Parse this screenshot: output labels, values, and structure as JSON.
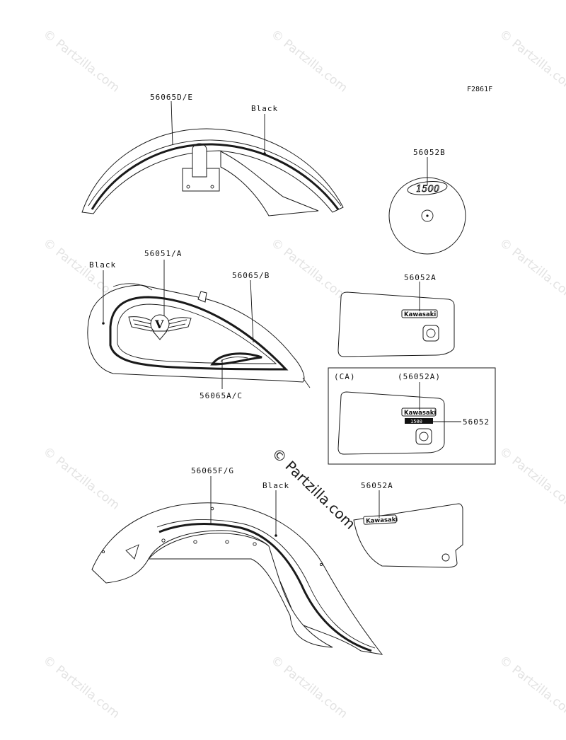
{
  "figure_code": "F2861F",
  "watermark": "© Partzilla.com",
  "callouts": {
    "front_fender_stripe": "56065D/E",
    "front_fender_color": "Black",
    "emblem_1500": "56052B",
    "tank_color": "Black",
    "tank_emblem": "56051/A",
    "tank_stripe": "56065/B",
    "tank_lower_stripe": "56065A/C",
    "side_cover_upper": "56052A",
    "ca_label": "(CA)",
    "ca_part_paren": "(56052A)",
    "ca_part": "56052",
    "rear_fender_stripe": "56065F/G",
    "rear_fender_color": "Black",
    "side_cover_lower": "56052A"
  },
  "decals": {
    "brand": "Kawasaki",
    "model_number": "1500",
    "ca_sticker": "1500"
  }
}
